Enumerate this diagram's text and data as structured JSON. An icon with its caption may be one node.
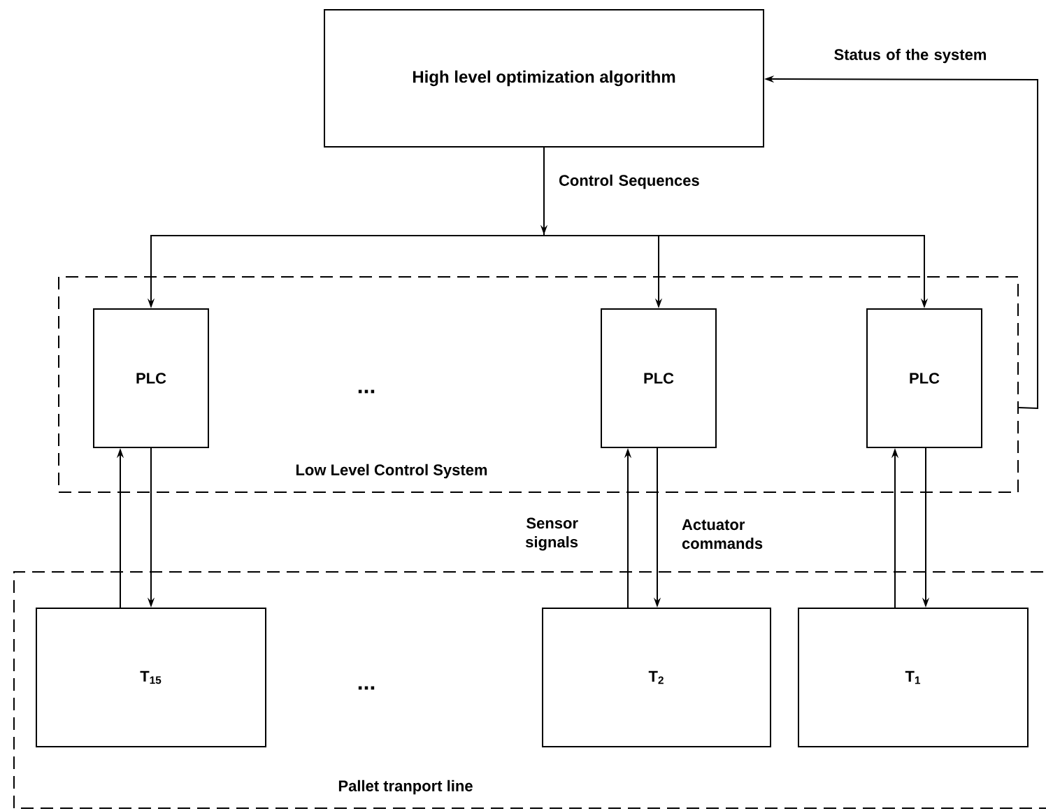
{
  "diagram": {
    "nodes": [
      {
        "text": [
          "High level optimization algorithm"
        ]
      },
      {
        "text": [
          "Low Level Control System"
        ]
      },
      {
        "text": [
          "PLC"
        ],
        "in": 1
      },
      {
        "text": [
          "PLC"
        ],
        "in": 1
      },
      {
        "text": [
          "PLC"
        ],
        "in": 1
      },
      {
        "text": [
          "Pallet tranport line"
        ]
      },
      {
        "text": [
          "T$_{15}$"
        ],
        "in": 5
      },
      {
        "text": [
          "T$_{2}$"
        ],
        "in": 5
      },
      {
        "text": [
          "T$_{1}$"
        ],
        "in": 5
      }
    ],
    "edges": [
      {
        "from": 0,
        "to": 2,
        "arrow": "to",
        "label": "Control Sequences"
      },
      {
        "from": 0,
        "to": 3,
        "arrow": "to"
      },
      {
        "from": 0,
        "to": 4,
        "arrow": "to"
      },
      {
        "from": 1,
        "to": 0,
        "arrow": "to",
        "label": "Status of the system"
      },
      {
        "from": 6,
        "to": 2,
        "arrow": "to"
      },
      {
        "from": 2,
        "to": 6,
        "arrow": "to"
      },
      {
        "from": 7,
        "to": 3,
        "arrow": "to",
        "label": "Sensor signals"
      },
      {
        "from": 3,
        "to": 7,
        "arrow": "to",
        "label": "Actuator commands"
      },
      {
        "from": 8,
        "to": 4,
        "arrow": "to"
      },
      {
        "from": 4,
        "to": 8,
        "arrow": "to"
      }
    ],
    "labels": [
      "...",
      "..."
    ]
  }
}
